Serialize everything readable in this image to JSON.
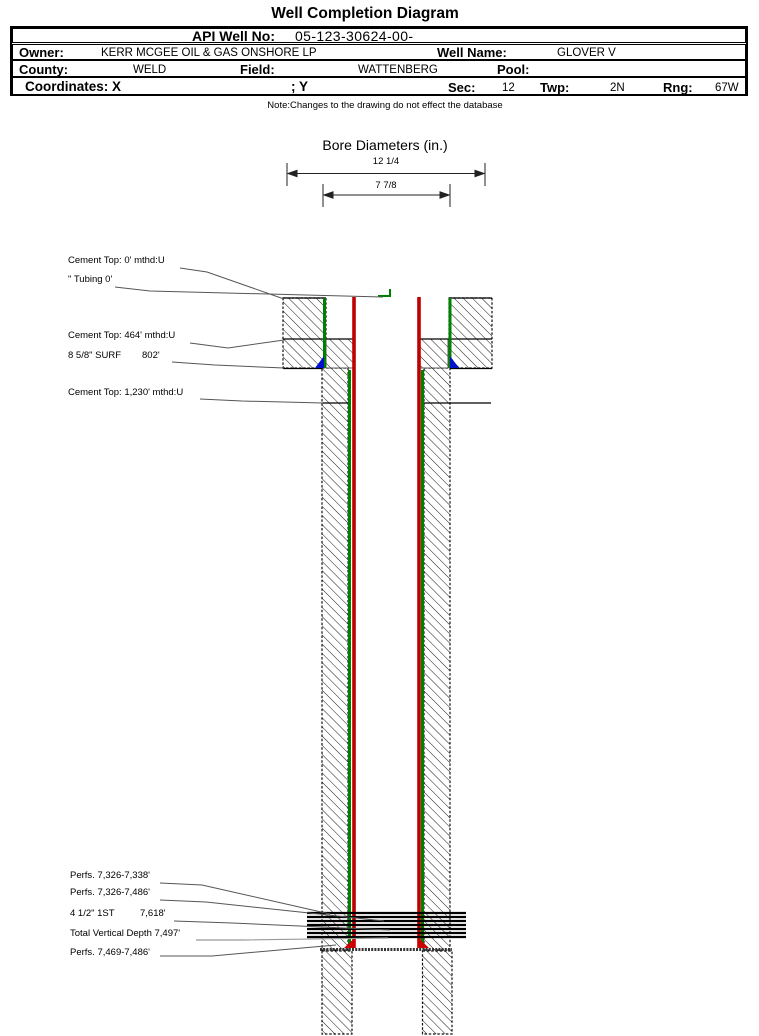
{
  "header": {
    "title": "Well Completion Diagram",
    "note": "Note:Changes to the drawing do not effect the database",
    "table": {
      "api_label": "API Well No:",
      "api_value": "05-123-30624-00-",
      "owner_label": "Owner:",
      "owner_value": "KERR MCGEE OIL & GAS ONSHORE LP",
      "well_name_label": "Well Name:",
      "well_name_value": "GLOVER V",
      "county_label": "County:",
      "county_value": "WELD",
      "field_label": "Field:",
      "field_value": "WATTENBERG",
      "pool_label": "Pool:",
      "pool_value": "",
      "coordinates_label": "Coordinates: X",
      "y_label": "; Y",
      "sec_label": "Sec:",
      "sec_value": "12",
      "twp_label": "Twp:",
      "twp_value": "2N",
      "rng_label": "Rng:",
      "rng_value": "67W"
    }
  },
  "bore_diameters": {
    "title": "Bore Diameters (in.)",
    "outer_in": "12 1/4",
    "inner_in": "7 7/8"
  },
  "annotations": {
    "cement_top_0": "Cement Top: 0' mthd:U",
    "tubing": "\" Tubing 0'",
    "cement_top_464": "Cement Top: 464' mthd:U",
    "surface_casing_label": "8 5/8\" SURF",
    "surface_casing_depth": "802'",
    "cement_top_1230": "Cement Top: 1,230' mthd:U",
    "perfs_upper": "Perfs. 7,326-7,338'",
    "perfs_mid": "Perfs. 7,326-7,486'",
    "production_casing_label": "4 1/2\" 1ST",
    "production_casing_depth": "7,618'",
    "total_vertical_depth": "Total Vertical Depth 7,497'",
    "perfs_lower": "Perfs. 7,469-7,486'"
  },
  "colors": {
    "casing_green": "#008000",
    "tubing_red": "#c00000",
    "shoe_blue": "#0011cc",
    "perforation_black": "#000000"
  }
}
